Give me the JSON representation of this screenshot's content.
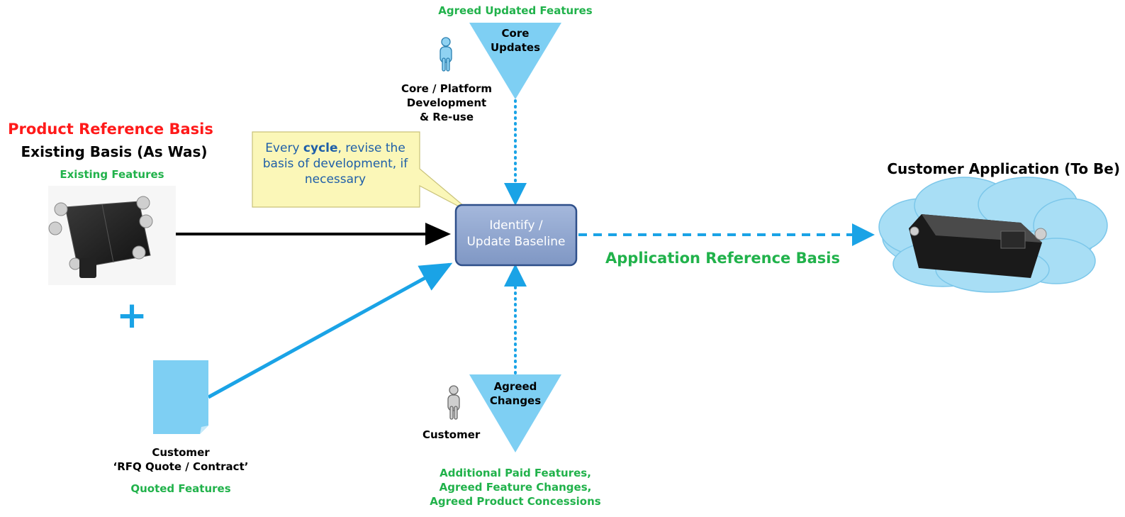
{
  "top_label": "Agreed Updated Features",
  "core_triangle": {
    "line1": "Core",
    "line2": "Updates"
  },
  "core_person": {
    "line1": "Core / Platform",
    "line2": "Development",
    "line3": "& Re-use"
  },
  "left": {
    "title": "Product Reference Basis",
    "subtitle": "Existing Basis (As Was)",
    "features": "Existing Features",
    "plus": "+"
  },
  "callout": {
    "prefix": "Every ",
    "bold": "cycle",
    "suffix": ", revise the basis of development, if necessary"
  },
  "baseline_box": {
    "line1": "Identify /",
    "line2": "Update Baseline"
  },
  "right": {
    "title": "Customer Application (To Be)",
    "arrow_label": "Application Reference Basis"
  },
  "document": {
    "line1": "Customer",
    "line2": "‘RFQ Quote / Contract’",
    "features": "Quoted Features"
  },
  "changes_triangle": {
    "line1": "Agreed",
    "line2": "Changes"
  },
  "customer_person": {
    "label": "Customer"
  },
  "bottom_labels": {
    "line1": "Additional Paid Features,",
    "line2": "Agreed Feature Changes,",
    "line3": "Agreed Product Concessions"
  },
  "colors": {
    "green": "#21b24b",
    "red": "#ff1a1a",
    "blue_arrow": "#1aa3e6",
    "triangle": "#7ecff3",
    "box_fill": "#8fa6cf",
    "box_border": "#2e4f8a",
    "callout_fill": "#fbf7b8",
    "cloud": "#a8def5"
  }
}
